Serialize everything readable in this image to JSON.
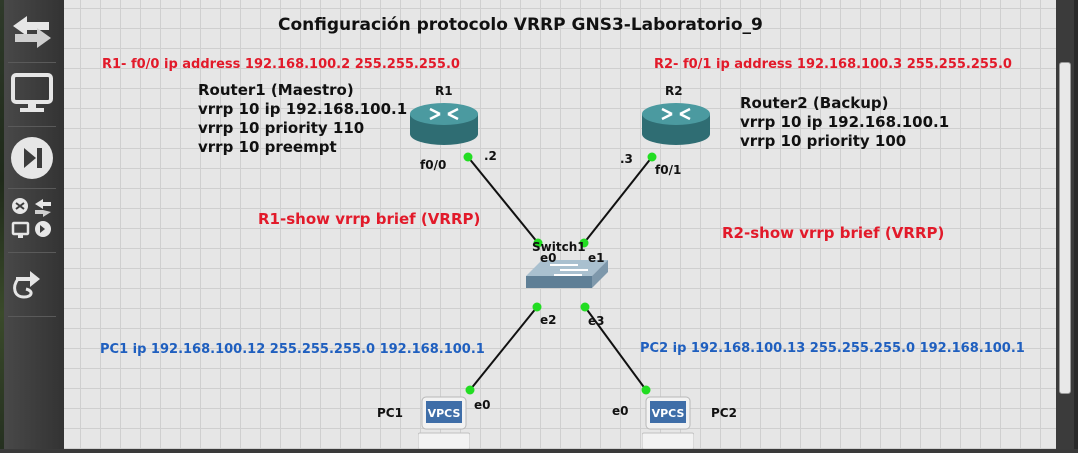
{
  "toolbar": {
    "icons": [
      "browse-devices-icon",
      "console-monitor-icon",
      "start-stop-icon",
      "all-devices-icon",
      "add-link-icon"
    ]
  },
  "canvas": {
    "title": "Configuración protocolo VRRP   GNS3-Laboratorio_9",
    "r1_interface_note": "R1- f0/0 ip address 192.168.100.2 255.255.255.0",
    "r2_interface_note": "R2- f0/1 ip address 192.168.100.3 255.255.255.0",
    "router1_config": [
      "Router1 (Maestro)",
      "vrrp 10 ip 192.168.100.1",
      "vrrp 10 priority 110",
      "vrrp 10 preempt"
    ],
    "router2_config": [
      "Router2 (Backup)",
      "vrrp 10 ip 192.168.100.1",
      "vrrp 10 priority 100"
    ],
    "r1_show": "R1-show vrrp brief (VRRP)",
    "r2_show": "R2-show vrrp brief (VRRP)",
    "pc1_note": "PC1 ip 192.168.100.12 255.255.255.0 192.168.100.1",
    "pc2_note": "PC2 ip 192.168.100.13 255.255.255.0 192.168.100.1",
    "nodes": {
      "r1": {
        "name": "R1",
        "port": "f0/0",
        "host": ".2"
      },
      "r2": {
        "name": "R2",
        "port": "f0/1",
        "host": ".3"
      },
      "sw": {
        "name": "Switch1",
        "ports": [
          "e0",
          "e1",
          "e2",
          "e3"
        ]
      },
      "pc1": {
        "name": "PC1",
        "port": "e0",
        "badge": "VPCS"
      },
      "pc2": {
        "name": "PC2",
        "port": "e0",
        "badge": "VPCS"
      }
    }
  },
  "colors": {
    "red_note": "#e21a2a",
    "blue_note": "#1f5fbf",
    "link_up": "#22dd22"
  }
}
